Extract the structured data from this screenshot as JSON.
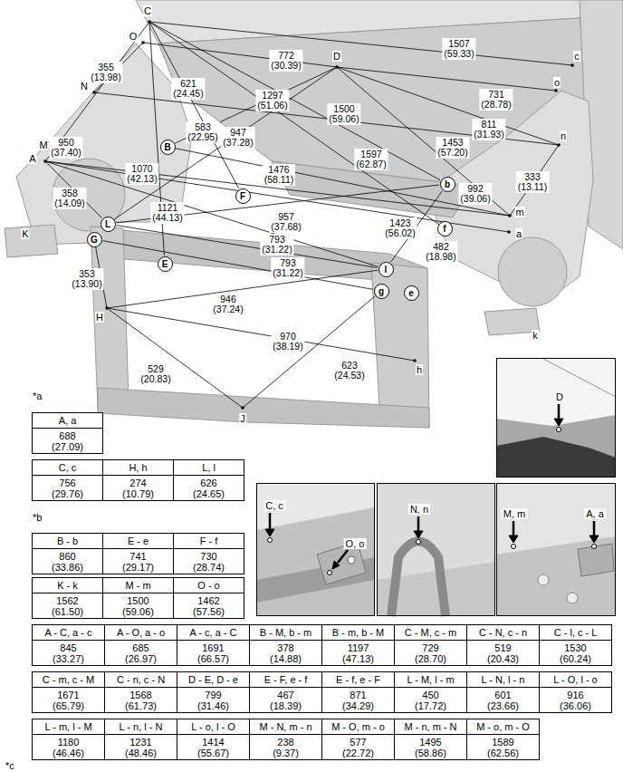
{
  "diagram": {
    "nodes": [
      {
        "text": [
          "B"
        ]
      },
      {
        "text": [
          "b"
        ]
      },
      {
        "text": [
          "F"
        ]
      },
      {
        "text": [
          "L"
        ]
      },
      {
        "text": [
          "f"
        ]
      },
      {
        "text": [
          "G"
        ]
      },
      {
        "text": [
          "E"
        ]
      },
      {
        "text": [
          "l"
        ]
      },
      {
        "text": [
          "g"
        ]
      },
      {
        "text": [
          "e"
        ]
      },
      {
        "text": [
          "D"
        ]
      },
      {
        "text": [
          "C, c",
          "O, o"
        ]
      },
      {
        "text": [
          "N, n"
        ]
      },
      {
        "text": [
          "M, m",
          "A, a"
        ]
      }
    ],
    "edges": [
      {
        "from": 3,
        "to": 7,
        "arrow": "none",
        "label": "793 (31.22)"
      },
      {
        "from": 5,
        "to": 8,
        "arrow": "none",
        "label": "793 (31.22)"
      },
      {
        "from": 7,
        "to": 1,
        "arrow": "none",
        "label": "482 (18.98)"
      },
      {
        "from": 3,
        "to": 1,
        "arrow": "none",
        "label": "1121 (44.13)"
      }
    ],
    "labels": [
      "C",
      "O",
      "D",
      "c",
      "o",
      "N",
      "n",
      "M",
      "A",
      "m",
      "a",
      "K",
      "H",
      "k",
      "h",
      "J",
      "1507 (59.33)",
      "355 (13.98)",
      "772 (30.39)",
      "621 (24.45)",
      "1297 (51.06)",
      "731 (28.78)",
      "1500 (59.06)",
      "811 (31.93)",
      "583 (22.95)",
      "947 (37.28)",
      "1453 (57.20)",
      "950 (37.40)",
      "1597 (62.87)",
      "1070 (42.13)",
      "1476 (58.11)",
      "333 (13.11)",
      "992 (39.06)",
      "358 (14.09)",
      "957 (37.68)",
      "1423 (56.02)",
      "353 (13.90)",
      "946 (37.24)",
      "970 (38.19)",
      "623 (24.53)",
      "529 (20.83)",
      "*a",
      "A, a",
      "688 (27.09)",
      "C, c",
      "H, h",
      "L, l",
      "756 (29.76)",
      "274 (10.79)",
      "626 (24.65)",
      "*b",
      "B - b",
      "E - e",
      "F - f",
      "860 (33.86)",
      "741 (29.17)",
      "730 (28.74)",
      "K - k",
      "M - m",
      "O - o",
      "1562 (61.50)",
      "1500 (59.06)",
      "1462 (57.56)",
      "A - C, a - c",
      "A - O, a - o",
      "A - c, a - C",
      "B - M, b - m",
      "B - m, b - M",
      "C - M, c - m",
      "C - N, c - n",
      "C - l, c - L",
      "845 (33.27)",
      "685 (26.97)",
      "1691 (66.57)",
      "378 (14.88)",
      "1197 (47.13)",
      "729 (28.70)",
      "519 (20.43)",
      "1530 (60.24)",
      "C - m, c - M",
      "C - n, c - N",
      "D - E, D - e",
      "E - F, e - f",
      "E - f, e - F",
      "L - M, l - m",
      "L - N, l - n",
      "L - O, l - o",
      "1671 (65.79)",
      "1568 (61.73)",
      "799 (31.46)",
      "467 (18.39)",
      "871 (34.29)",
      "450 (17.72)",
      "601 (23.66)",
      "916 (36.06)",
      "L - m, l - M",
      "L - n, l - N",
      "L - o, l - O",
      "M - N, m - n",
      "M - O, m - o",
      "M - n, m - N",
      "M - o, m - O",
      "1180 (46.46)",
      "1231 (48.46)",
      "1414 (55.67)",
      "238 (9.37)",
      "577 (22.72)",
      "1495 (58.86)",
      "1589 (62.56)",
      "*c"
    ]
  }
}
